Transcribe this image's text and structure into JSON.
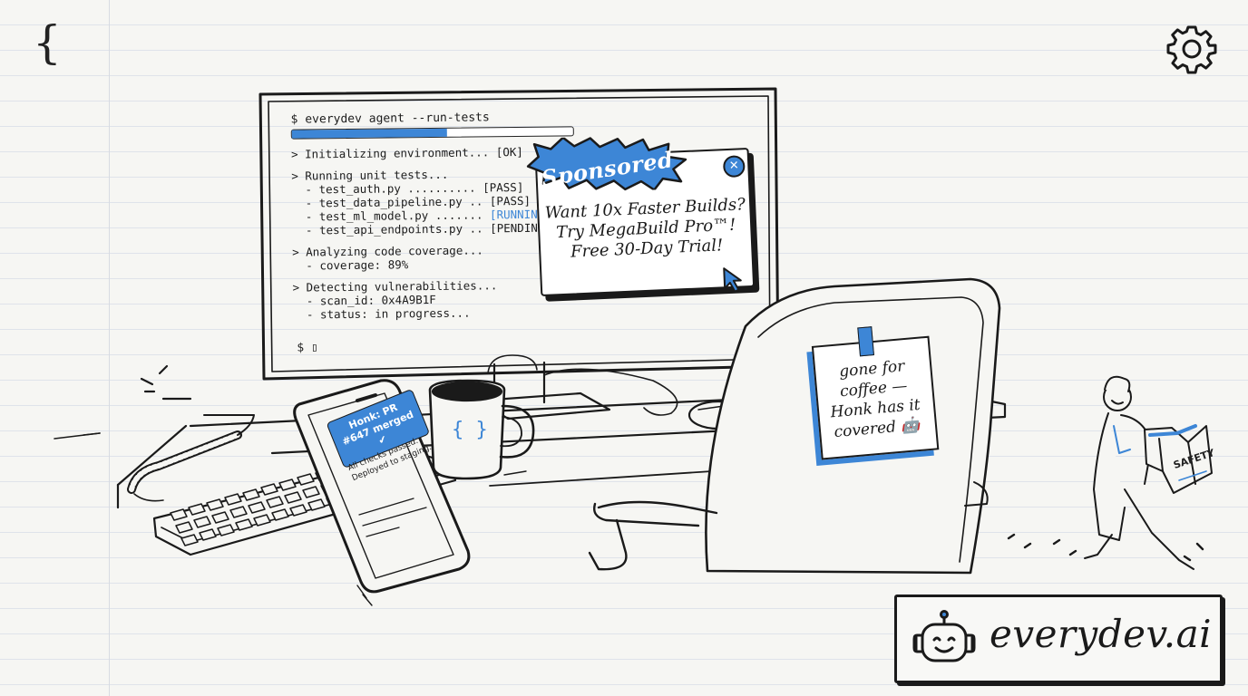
{
  "header": {
    "brace_icon": "{",
    "settings_icon": "gear-icon"
  },
  "terminal": {
    "command": "$ everydev agent --run-tests",
    "progress": 0.55,
    "lines": [
      {
        "text": "> Initializing environment... [OK]",
        "gap": false
      },
      {
        "text": "> Running unit tests...",
        "gap": true
      },
      {
        "text": "  - test_auth.py .......... [PASS]",
        "gap": false
      },
      {
        "text": "  - test_data_pipeline.py .. [PASS]",
        "gap": false
      },
      {
        "text": "  - test_ml_model.py ....... ",
        "status": "[RUNNING]",
        "gap": false
      },
      {
        "text": "  - test_api_endpoints.py .. [PENDING]",
        "gap": false
      },
      {
        "text": "> Analyzing code coverage...",
        "gap": true
      },
      {
        "text": "  - coverage: 89%",
        "gap": false
      },
      {
        "text": "> Detecting vulnerabilities...",
        "gap": true
      },
      {
        "text": "  - scan_id: 0x4A9B1F",
        "gap": false
      },
      {
        "text": "  - status: in progress...",
        "gap": false
      }
    ],
    "prompt": "$ ▯"
  },
  "ad": {
    "badge": "Sponsored",
    "close": "✕",
    "line1": "Want 10x Faster Builds?",
    "line2": "Try MegaBuild Pro™!",
    "line3": "Free 30-Day Trial!"
  },
  "phone": {
    "notification": "Honk: PR #647 merged ✔",
    "message": "All checks passed. Deployed to staging."
  },
  "mug": {
    "logo": "{ }"
  },
  "sticky_note": {
    "text": "gone for\ncoffee —\nHonk has it\ncovered 🤖"
  },
  "box": {
    "label": "SAFETY"
  },
  "logo": {
    "text": "everydev.ai",
    "icon": "robot-icon"
  },
  "colors": {
    "accent": "#3d86d6",
    "ink": "#1a1a1a",
    "paper": "#f6f6f3"
  }
}
